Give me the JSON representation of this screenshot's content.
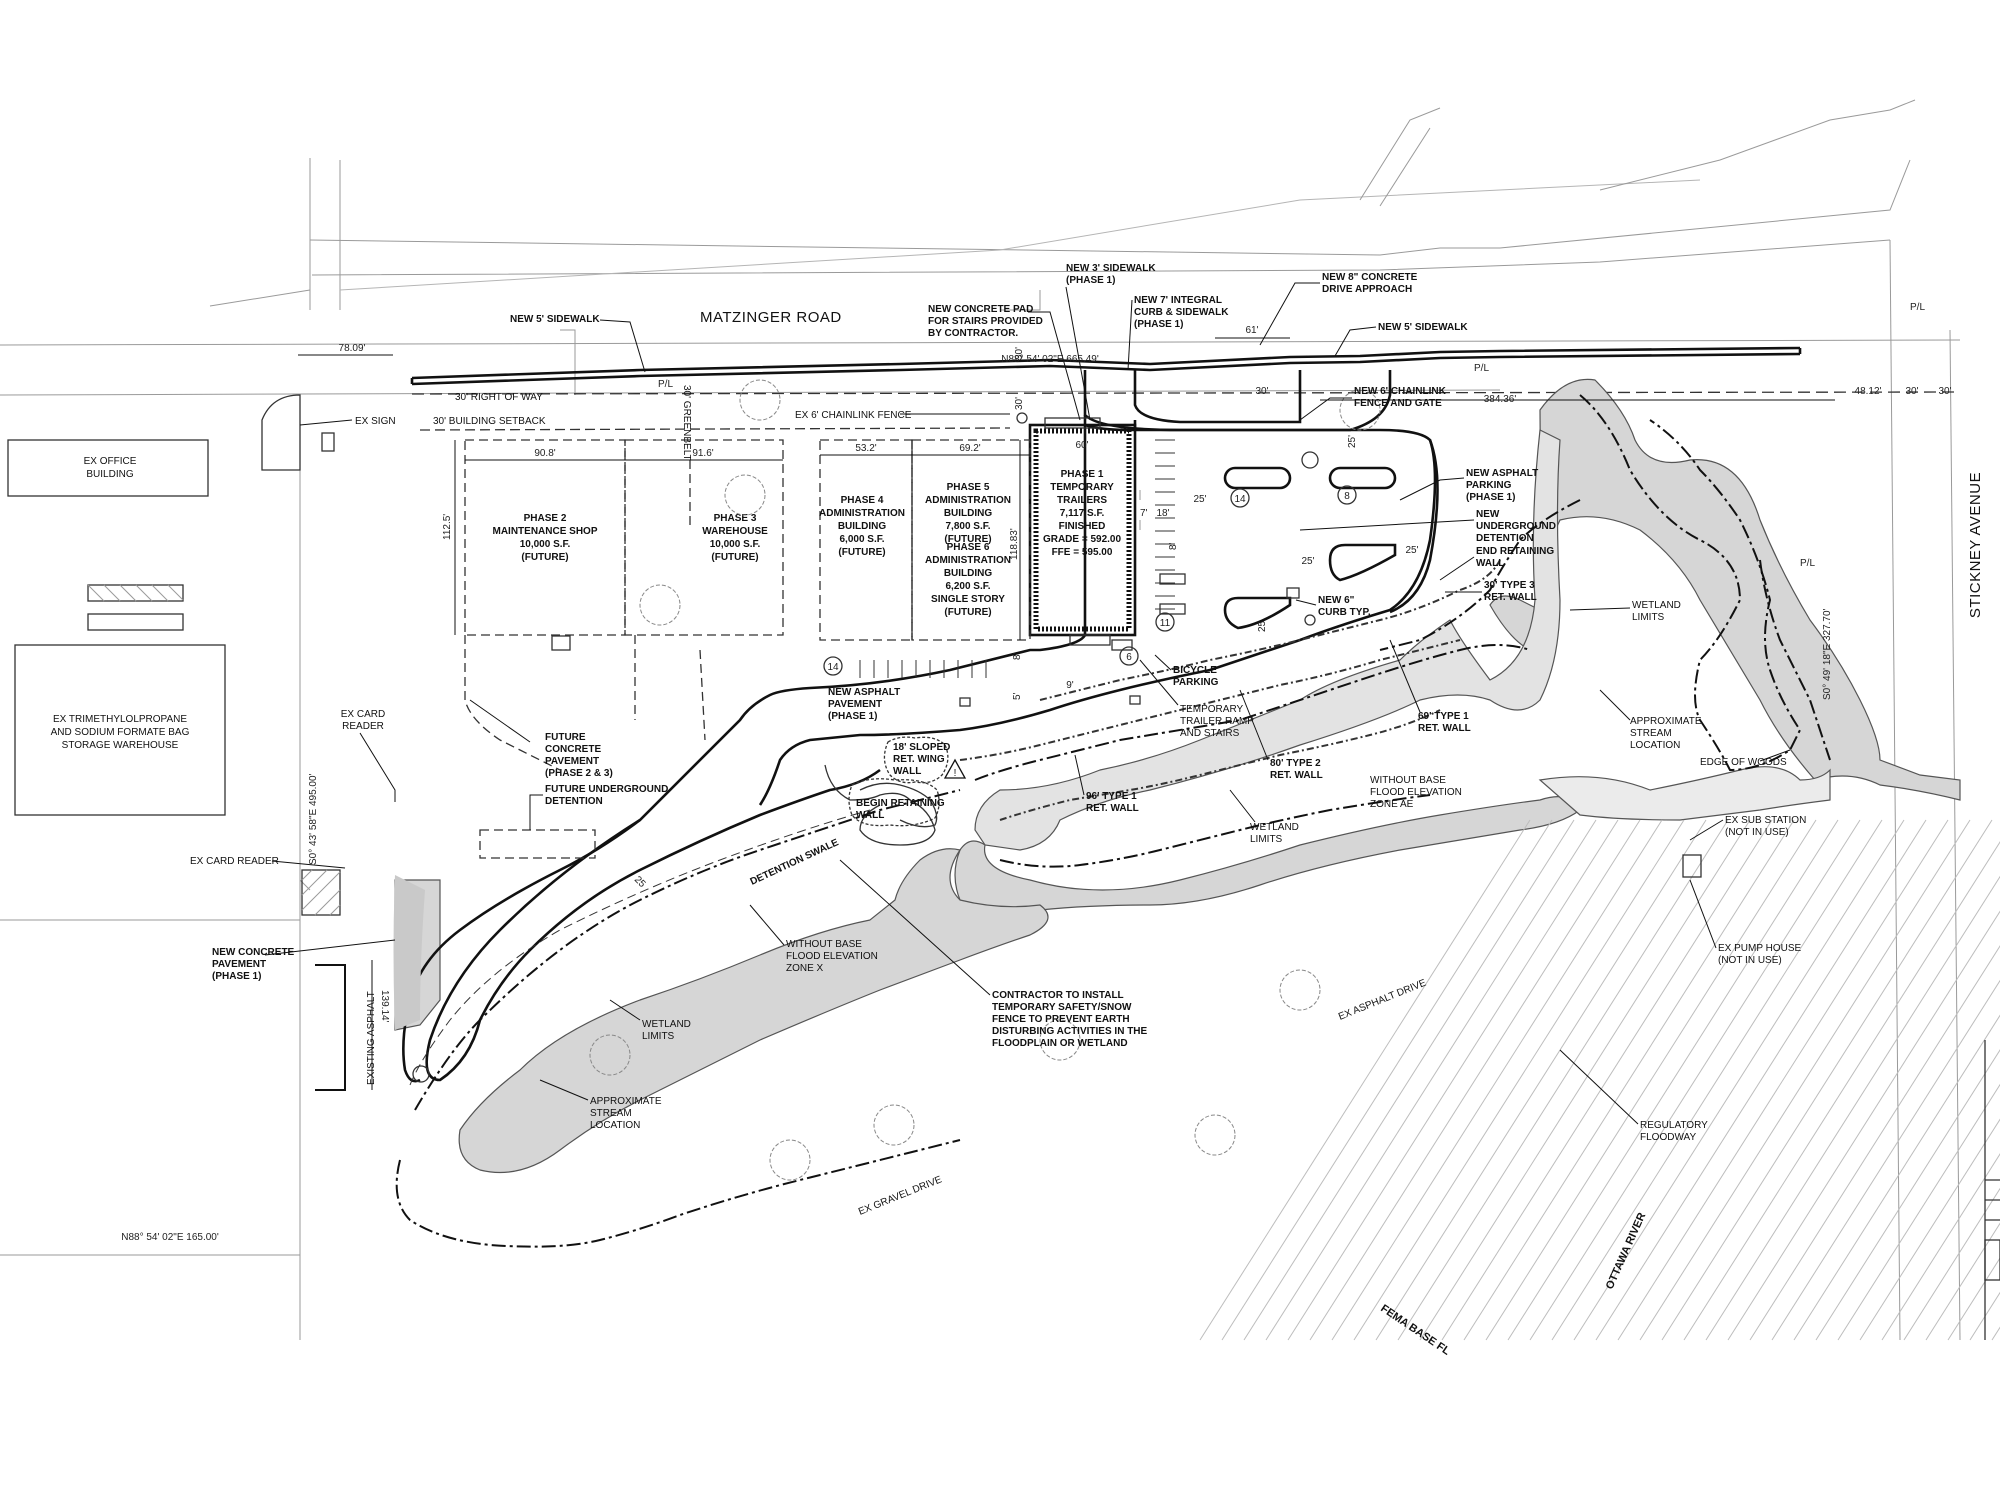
{
  "roads": {
    "matzinger": "MATZINGER ROAD",
    "stickney": "STICKNEY AVENUE",
    "ex_asphalt_drive": "EX ASPHALT DRIVE",
    "ex_gravel_drive": "EX GRAVEL DRIVE",
    "ottawa_river": "OTTAWA RIVER",
    "fema": "FEMA BASE FL"
  },
  "buildings": {
    "phase1": [
      "PHASE 1",
      "TEMPORARY",
      "TRAILERS",
      "7,117 S.F.",
      "FINISHED",
      "GRADE = 592.00",
      "FFE = 595.00"
    ],
    "phase2": [
      "PHASE 2",
      "MAINTENANCE SHOP",
      "10,000 S.F.",
      "(FUTURE)"
    ],
    "phase3": [
      "PHASE 3",
      "WAREHOUSE",
      "10,000 S.F.",
      "(FUTURE)"
    ],
    "phase4": [
      "PHASE 4",
      "ADMINISTRATION",
      "BUILDING",
      "6,000 S.F.",
      "(FUTURE)"
    ],
    "phase5": [
      "PHASE 5",
      "ADMINISTRATION",
      "BUILDING",
      "7,800 S.F.",
      "(FUTURE)"
    ],
    "phase6": [
      "PHASE 6",
      "ADMINISTRATION",
      "BUILDING",
      "6,200 S.F.",
      "SINGLE STORY",
      "(FUTURE)"
    ],
    "ex_office": [
      "EX OFFICE",
      "BUILDING"
    ],
    "ex_warehouse": [
      "EX TRIMETHYLOLPROPANE",
      "AND SODIUM FORMATE BAG",
      "STORAGE WAREHOUSE"
    ]
  },
  "callouts": {
    "new_5_sidewalk_left": "NEW 5' SIDEWALK",
    "new_5_sidewalk_right": "NEW 5' SIDEWALK",
    "new_3_sidewalk": [
      "NEW 3' SIDEWALK",
      "(PHASE 1)"
    ],
    "new_concrete_pad": [
      "NEW CONCRETE PAD",
      "FOR STAIRS PROVIDED",
      "BY CONTRACTOR."
    ],
    "new_7_curb": [
      "NEW 7' INTEGRAL",
      "CURB & SIDEWALK",
      "(PHASE 1)"
    ],
    "new_8_concrete": [
      "NEW 8\" CONCRETE",
      "DRIVE APPROACH"
    ],
    "new_6_chainlink": [
      "NEW 6' CHAINLINK",
      "FENCE AND GATE"
    ],
    "new_asphalt_parking": [
      "NEW ASPHALT",
      "PARKING",
      "(PHASE 1)"
    ],
    "new_underground": [
      "NEW",
      "UNDERGROUND",
      "DETENTION"
    ],
    "end_retaining": [
      "END RETAINING",
      "WALL"
    ],
    "type3_wall": [
      "30' TYPE 3",
      "RET. WALL"
    ],
    "new_6_curb": [
      "NEW 6\"",
      "CURB TYP."
    ],
    "bicycle": [
      "BICYCLE",
      "PARKING"
    ],
    "temp_ramp": [
      "TEMPORARY",
      "TRAILER RAMP",
      "AND STAIRS"
    ],
    "type1_69": [
      "69' TYPE 1",
      "RET. WALL"
    ],
    "type2_80": [
      "80' TYPE 2",
      "RET. WALL"
    ],
    "type1_96": [
      "96' TYPE 1",
      "RET. WALL"
    ],
    "sloped_wing": [
      "18' SLOPED",
      "RET. WING",
      "WALL"
    ],
    "begin_retaining": [
      "BEGIN RETAINING",
      "WALL"
    ],
    "new_asphalt_pavement": [
      "NEW ASPHALT",
      "PAVEMENT",
      "(PHASE 1)"
    ],
    "future_concrete": [
      "FUTURE",
      "CONCRETE",
      "PAVEMENT",
      "(PHASE 2 & 3)"
    ],
    "future_detention": [
      "FUTURE UNDERGROUND",
      "DETENTION"
    ],
    "ex_card_reader_top": [
      "EX CARD",
      "READER"
    ],
    "ex_card_reader_left": "EX CARD READER",
    "ex_sign": "EX SIGN",
    "ex_chainlink": "EX 6' CHAINLINK FENCE",
    "row": "30' RIGHT OF WAY",
    "setback": "30' BUILDING SETBACK",
    "greenbelt": "30' GREENBELT",
    "new_concrete_pavement": [
      "NEW CONCRETE",
      "PAVEMENT",
      "(PHASE 1)"
    ],
    "detention_swale": "DETENTION SWALE",
    "without_base_x": [
      "WITHOUT BASE",
      "FLOOD ELEVATION",
      "ZONE X"
    ],
    "without_base_ae": [
      "WITHOUT BASE",
      "FLOOD ELEVATION",
      "ZONE AE"
    ],
    "wetland_limits": [
      "WETLAND",
      "LIMITS"
    ],
    "approx_stream": [
      "APPROXIMATE",
      "STREAM",
      "LOCATION"
    ],
    "contractor_note": [
      "CONTRACTOR TO INSTALL",
      "TEMPORARY SAFETY/SNOW",
      "FENCE TO PREVENT EARTH",
      "DISTURBING ACTIVITIES IN THE",
      "FLOODPLAIN OR WETLAND"
    ],
    "edge_woods": "EDGE OF WOODS",
    "ex_sub_station": [
      "EX SUB STATION",
      "(NOT IN USE)"
    ],
    "ex_pump_house": [
      "EX PUMP HOUSE",
      "(NOT IN USE)"
    ],
    "regulatory_floodway": [
      "REGULATORY",
      "FLOODWAY"
    ],
    "existing_asphalt": "EXISTING ASPHALT"
  },
  "dimensions": {
    "d78": "78.09'",
    "d908": "90.8'",
    "d916": "91.6'",
    "d532": "53.2'",
    "d692": "69.2'",
    "d1125": "112.5'",
    "d1188": "118.83'",
    "d60": "60'",
    "d30a": "30'",
    "d30b": "30'",
    "d61": "61'",
    "d38436": "384.36'",
    "d4812": "48.12'",
    "d30c": "30'",
    "d30d": "30'",
    "d25a": "25'",
    "d25b": "25'",
    "d25c": "25'",
    "d25d": "25'",
    "d25e": "25",
    "d25f": "25",
    "d18": "18'",
    "d7": "7'",
    "d8a": "8'",
    "d8b": "8'",
    "d9": "9'",
    "d5": "5'",
    "d13914": "139.14'",
    "d495": "S0° 43' 58\"E  495.00'",
    "d32770": "S0° 49' 18\"E  327.70'",
    "bearing_top": "N88° 54' 02\"E  665.49'",
    "bearing_bottom": "N88° 54' 02\"E  165.00'",
    "pl": "P/L",
    "stall_counts": [
      "14",
      "8",
      "6",
      "11",
      "14"
    ]
  }
}
